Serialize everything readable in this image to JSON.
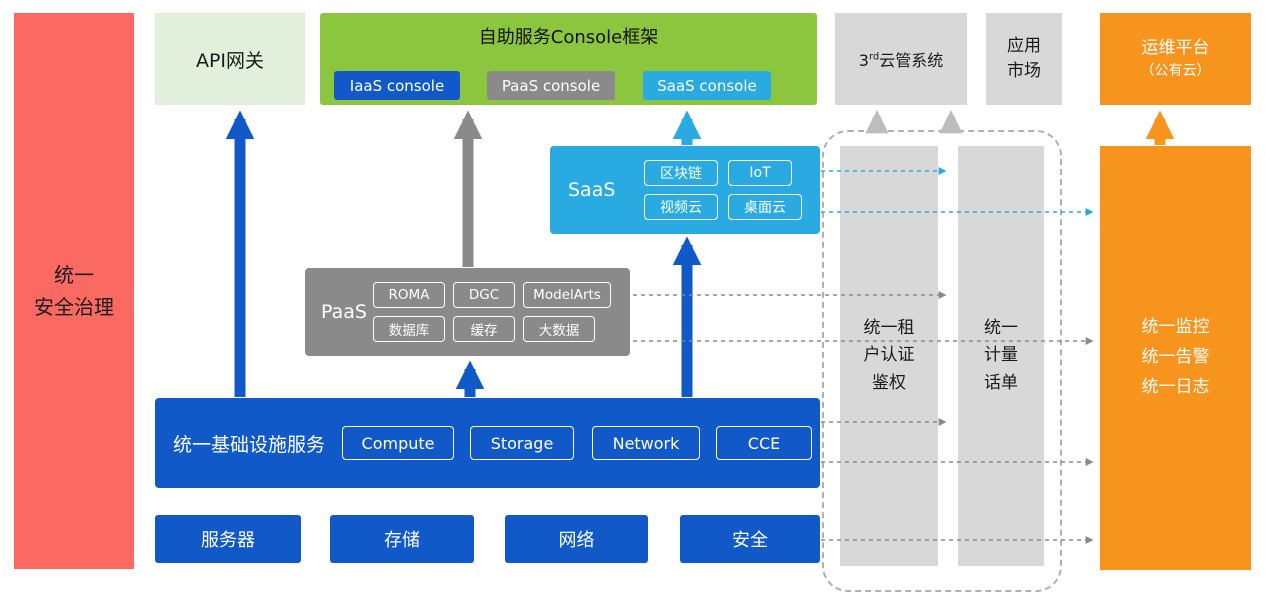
{
  "colors": {
    "blue": "#1159c9",
    "cyan": "#29abe2",
    "gray": "#8a8a8a",
    "light_gray": "#d8d8d8",
    "green": "#8cc63f",
    "light_green": "#e2efda",
    "orange": "#f7941e",
    "red": "#fa6a63"
  },
  "left_bar": {
    "label": "统一\n安全治理"
  },
  "top": {
    "api_gateway": "API网关",
    "console_framework": {
      "title": "自助服务Console框架",
      "buttons": [
        "IaaS console",
        "PaaS console",
        "SaaS console"
      ]
    },
    "third_party_sys": {
      "prefix": "3",
      "sup": "rd",
      "rest": "云管系统"
    },
    "app_market": "应用\n市场",
    "ops_platform": {
      "line1": "运维平台",
      "line2": "（公有云）"
    }
  },
  "saas": {
    "label": "SaaS",
    "chips": [
      "区块链",
      "IoT",
      "视频云",
      "桌面云"
    ]
  },
  "paas": {
    "label": "PaaS",
    "chips": [
      "ROMA",
      "DGC",
      "ModelArts",
      "数据库",
      "缓存",
      "大数据"
    ]
  },
  "infra": {
    "label": "统一基础设施服务",
    "chips": [
      "Compute",
      "Storage",
      "Network",
      "CCE"
    ]
  },
  "hardware": [
    "服务器",
    "存储",
    "网络",
    "安全"
  ],
  "right": {
    "auth_bar": "统一租\n户认证\n鉴权",
    "billing_bar": "统一\n计量\n话单",
    "monitor_bar": "统一监控\n统一告警\n统一日志"
  }
}
